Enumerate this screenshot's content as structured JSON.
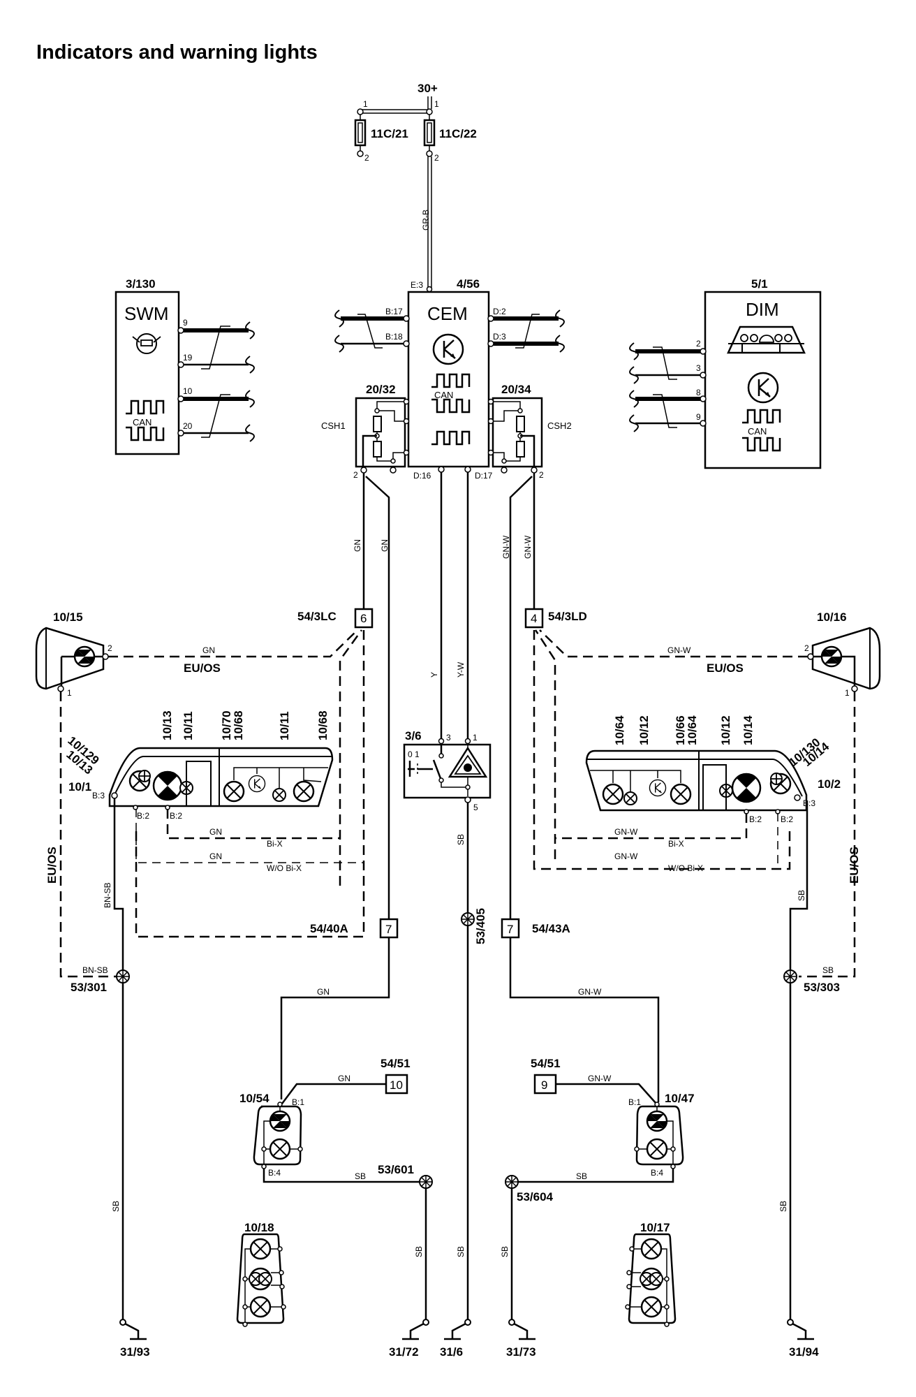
{
  "page": {
    "title": "Indicators and warning lights"
  },
  "supply": {
    "label": "30+",
    "fuse_left": {
      "ref": "11C/21",
      "pin_top": "1",
      "pin_bottom": "2"
    },
    "fuse_right": {
      "ref": "11C/22",
      "pin_top": "1",
      "pin_bottom": "2"
    },
    "wire_color": "GR-B"
  },
  "swm": {
    "ref": "3/130",
    "name": "SWM",
    "can_label": "CAN",
    "pins": [
      "9",
      "19",
      "10",
      "20"
    ]
  },
  "cem": {
    "ref": "4/56",
    "name": "CEM",
    "can_label": "CAN",
    "pin_top": "E:3",
    "pins_left": [
      "B:17",
      "B:18"
    ],
    "pins_right": [
      "D:2",
      "D:3"
    ],
    "pins_bottom": [
      "D:16",
      "D:17"
    ]
  },
  "dim": {
    "ref": "5/1",
    "name": "DIM",
    "can_label": "CAN",
    "pins": [
      "2",
      "3",
      "8",
      "9"
    ]
  },
  "csh_left": {
    "ref": "20/32",
    "name": "CSH1",
    "pin": "2"
  },
  "csh_right": {
    "ref": "20/34",
    "name": "CSH2",
    "pin": "2"
  },
  "wires": {
    "gn": "GN",
    "gn_w": "GN-W",
    "y": "Y",
    "y_w": "Y-W",
    "sb": "SB",
    "bn_sb": "BN-SB",
    "eu_os": "EU/OS",
    "bi_x": "Bi-X",
    "wo_bi_x": "W/O Bi-X"
  },
  "connectors": {
    "c54_3lc": {
      "ref": "54/3LC",
      "pin": "6"
    },
    "c54_3ld": {
      "ref": "54/3LD",
      "pin": "4"
    },
    "c54_40a": {
      "ref": "54/40A",
      "pin": "7"
    },
    "c54_43a": {
      "ref": "54/43A",
      "pin": "7"
    },
    "c54_51_left": {
      "ref": "54/51",
      "pin": "10"
    },
    "c54_51_right": {
      "ref": "54/51",
      "pin": "9"
    }
  },
  "side_lamp_left": {
    "ref": "10/15",
    "pins": [
      "2",
      "1"
    ]
  },
  "side_lamp_right": {
    "ref": "10/16",
    "pins": [
      "2",
      "1"
    ]
  },
  "headlamp_left": {
    "ref": "10/1",
    "sub_refs": [
      "10/129",
      "10/13"
    ],
    "bulb_refs": [
      "10/13",
      "10/11",
      "10/70",
      "10/68",
      "10/11",
      "10/68"
    ],
    "pins": [
      "B:3",
      "B:2",
      "B:2"
    ]
  },
  "headlamp_right": {
    "ref": "10/2",
    "sub_refs": [
      "10/130",
      "10/14"
    ],
    "bulb_refs": [
      "10/64",
      "10/12",
      "10/66",
      "10/64",
      "10/12",
      "10/14"
    ],
    "pins": [
      "B:3",
      "B:2",
      "B:2"
    ]
  },
  "hazard_switch": {
    "ref": "3/6",
    "pins": [
      "3",
      "1",
      "5"
    ],
    "positions": "0 1"
  },
  "splices": {
    "s53_301": "53/301",
    "s53_303": "53/303",
    "s53_405": "53/405",
    "s53_601": "53/601",
    "s53_604": "53/604"
  },
  "rear_indicator_left": {
    "ref": "10/54",
    "pins": [
      "B:1",
      "B:4"
    ]
  },
  "rear_indicator_right": {
    "ref": "10/47",
    "pins": [
      "B:1",
      "B:4"
    ]
  },
  "tail_lamp_left": {
    "ref": "10/18"
  },
  "tail_lamp_right": {
    "ref": "10/17"
  },
  "grounds": [
    "31/93",
    "31/72",
    "31/6",
    "31/73",
    "31/94"
  ]
}
